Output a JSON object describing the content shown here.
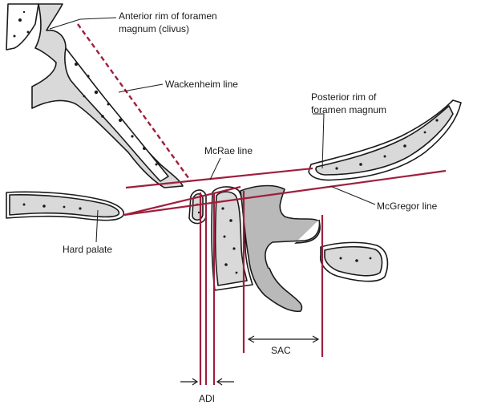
{
  "labels": {
    "anterior_rim": [
      "Anterior rim of foramen",
      "magnum (clivus)"
    ],
    "wackenheim": "Wackenheim line",
    "posterior_rim": [
      "Posterior rim of",
      "foramen magnum"
    ],
    "mcrae": "McRae line",
    "mcgregor": "McGregor line",
    "hard_palate": "Hard palate",
    "sac": "SAC",
    "adi": "ADI"
  },
  "colors": {
    "line_color": "#a01e3c",
    "bone_fill": "#d9d9d9",
    "bone_dark": "#b9b9b9",
    "outline": "#1a1a1a"
  }
}
